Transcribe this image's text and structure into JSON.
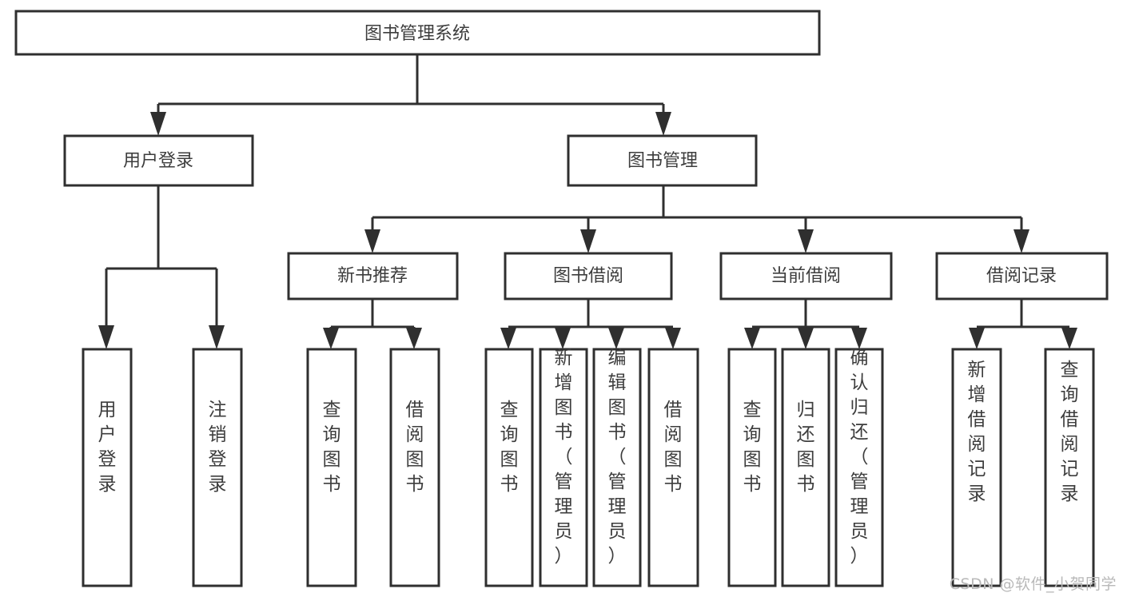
{
  "diagram": {
    "title": "图书管理系统",
    "type": "tree",
    "colors": {
      "box_fill": "#ffffff",
      "box_stroke": "#2f2f2f",
      "text": "#3d3d3d",
      "connector": "#2f2f2f",
      "watermark": "#b9b9b9",
      "background": "#ffffff"
    },
    "root": {
      "label": "图书管理系统"
    },
    "level2": [
      {
        "label": "用户登录"
      },
      {
        "label": "图书管理"
      }
    ],
    "level3": [
      {
        "label": "新书推荐"
      },
      {
        "label": "图书借阅"
      },
      {
        "label": "当前借阅"
      },
      {
        "label": "借阅记录"
      }
    ],
    "leaves": {
      "user_login": [
        {
          "label": "用户登录"
        },
        {
          "label": "注销登录"
        }
      ],
      "new_book": [
        {
          "label": "查询图书"
        },
        {
          "label": "借阅图书"
        }
      ],
      "book_borrow": [
        {
          "label": "查询图书"
        },
        {
          "label": "新增图书（管理员）"
        },
        {
          "label": "编辑图书（管理员）"
        },
        {
          "label": "借阅图书"
        }
      ],
      "current_borrow": [
        {
          "label": "查询图书"
        },
        {
          "label": "归还图书"
        },
        {
          "label": "确认归还（管理员）"
        }
      ],
      "borrow_record": [
        {
          "label": "新增借阅记录"
        },
        {
          "label": "查询借阅记录"
        }
      ]
    }
  },
  "watermark": {
    "text": "CSDN @软件_小贺同学"
  }
}
